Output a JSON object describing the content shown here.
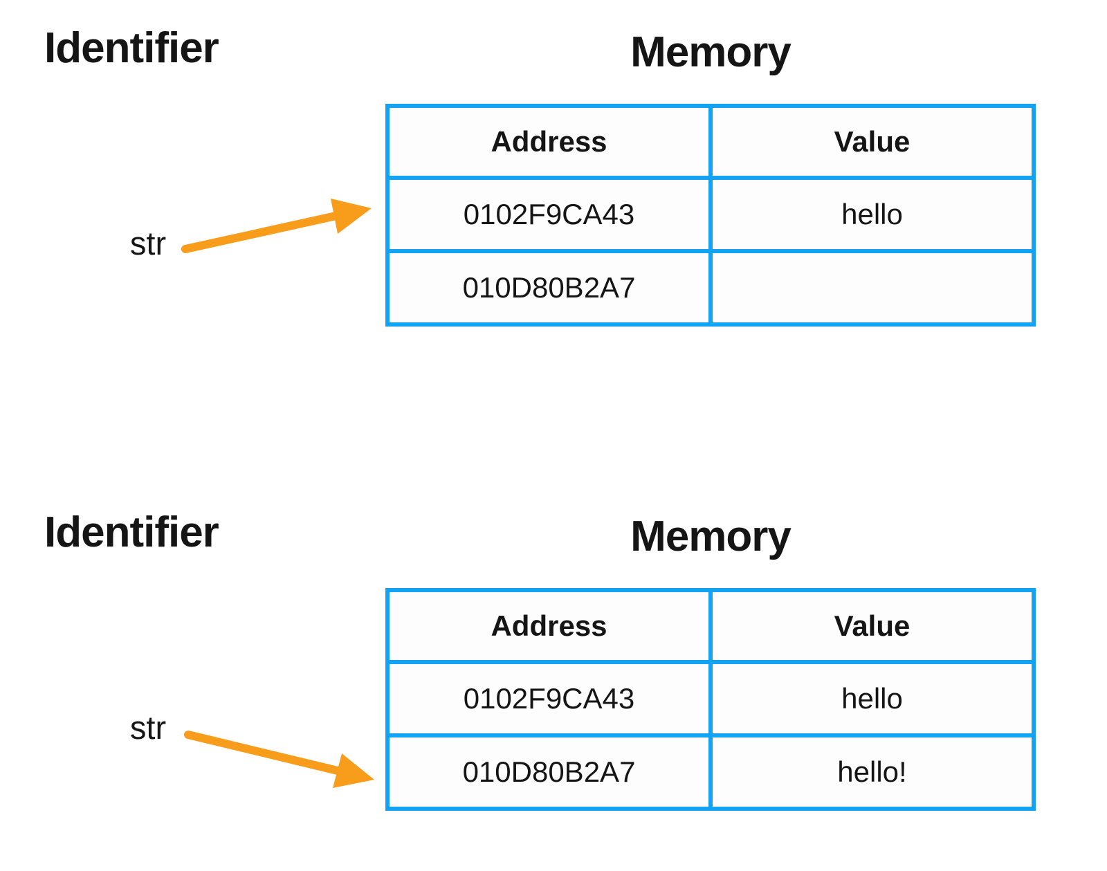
{
  "colors": {
    "table_border": "#14A2F4",
    "arrow": "#F89C1C",
    "text": "#151515",
    "background": "#FFFFFF",
    "cell_background": "#FDFDFE"
  },
  "panels": [
    {
      "identifier_heading": "Identifier",
      "memory_heading": "Memory",
      "pointer_label": "str",
      "pointer_target_address": "0102F9CA43",
      "table": {
        "columns": [
          "Address",
          "Value"
        ],
        "rows": [
          {
            "address": "0102F9CA43",
            "value": "hello"
          },
          {
            "address": "010D80B2A7",
            "value": ""
          }
        ]
      }
    },
    {
      "identifier_heading": "Identifier",
      "memory_heading": "Memory",
      "pointer_label": "str",
      "pointer_target_address": "010D80B2A7",
      "table": {
        "columns": [
          "Address",
          "Value"
        ],
        "rows": [
          {
            "address": "0102F9CA43",
            "value": "hello"
          },
          {
            "address": "010D80B2A7",
            "value": "hello!"
          }
        ]
      }
    }
  ]
}
